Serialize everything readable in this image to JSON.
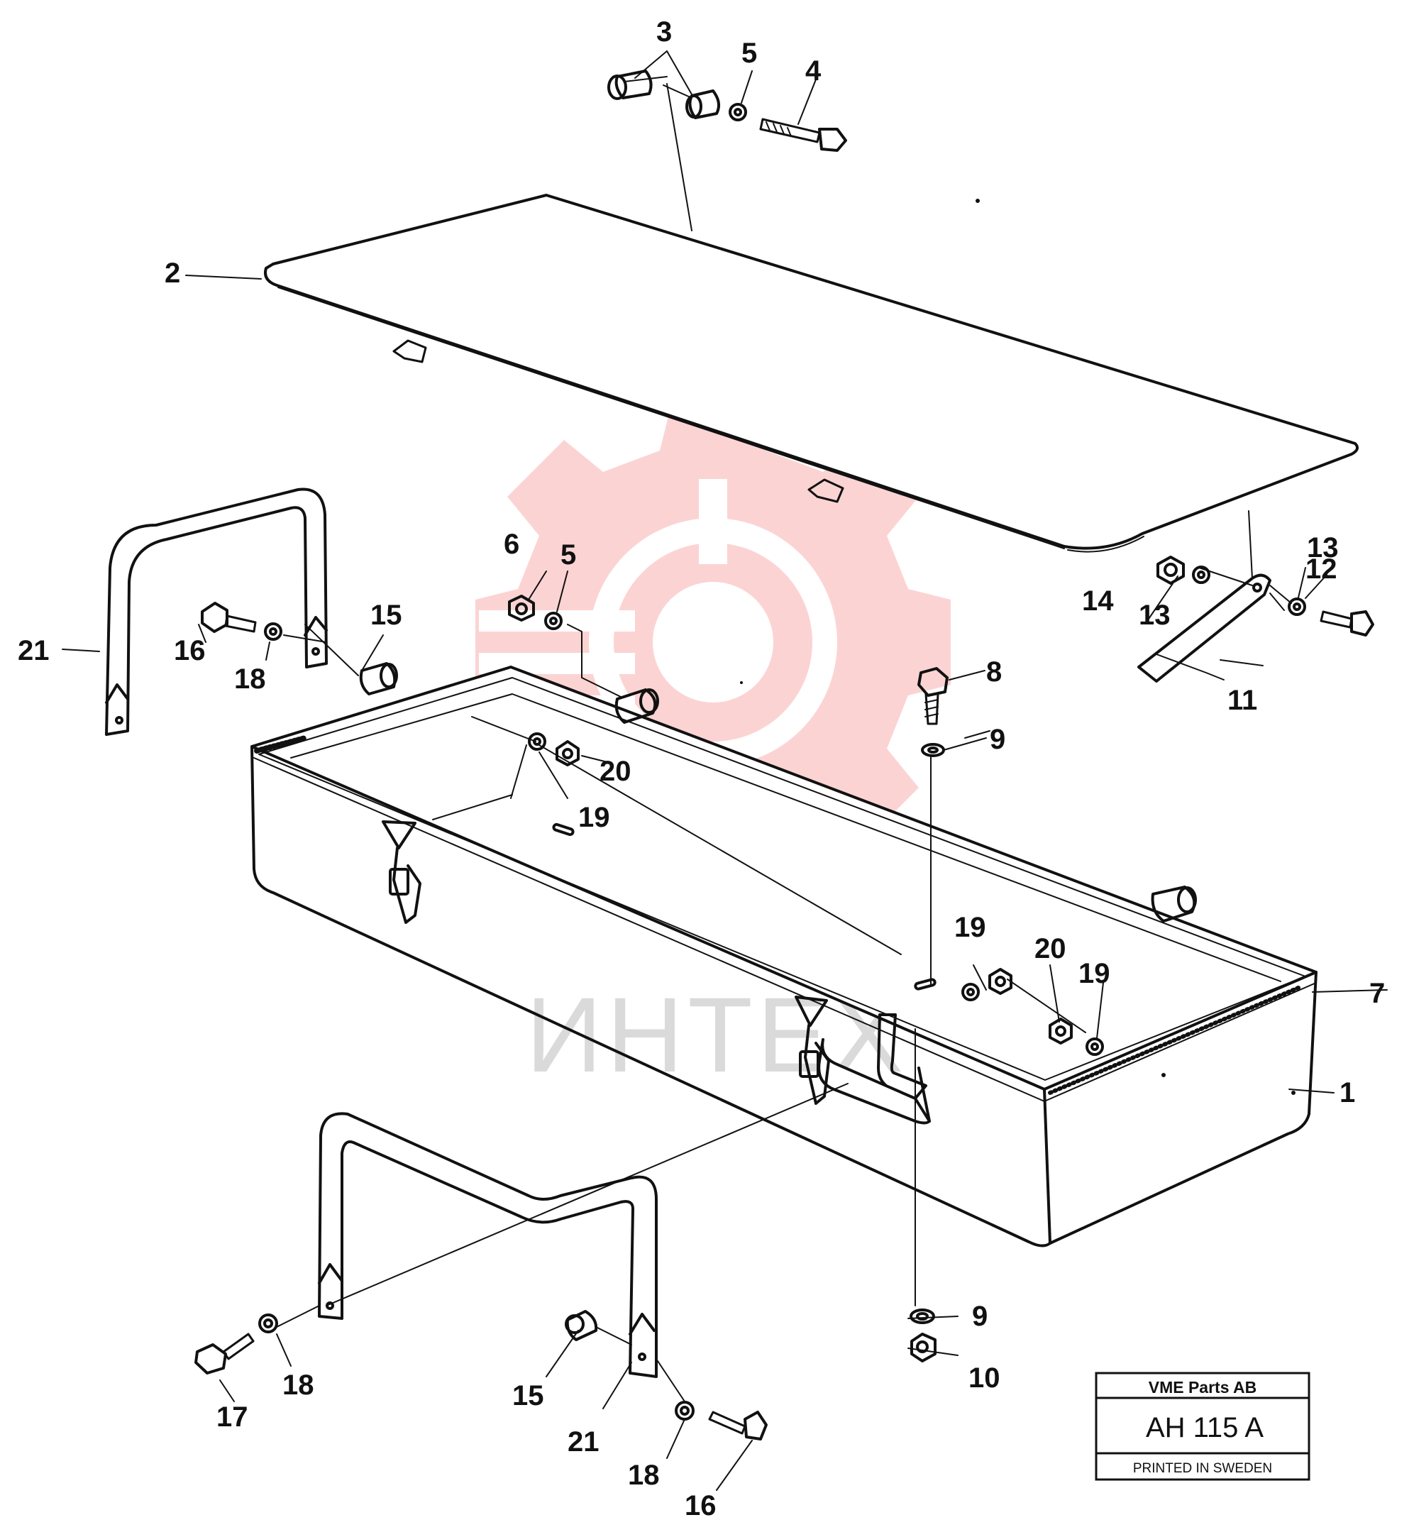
{
  "labels": {
    "p1": "1",
    "p2": "2",
    "p3": "3",
    "p4": "4",
    "p5a": "5",
    "p5b": "5",
    "p6": "6",
    "p7": "7",
    "p8": "8",
    "p9a": "9",
    "p9b": "9",
    "p10": "10",
    "p11": "11",
    "p12": "12",
    "p13a": "13",
    "p13b": "13",
    "p14": "14",
    "p15a": "15",
    "p15b": "15",
    "p16a": "16",
    "p16b": "16",
    "p17": "17",
    "p18a": "18",
    "p18b": "18",
    "p18c": "18",
    "p19a": "19",
    "p19b": "19",
    "p19c": "19",
    "p20a": "20",
    "p20b": "20",
    "p21a": "21",
    "p21b": "21"
  },
  "title_block": {
    "company": "VME Parts AB",
    "drawing_number": "AH 115 A",
    "printed": "PRINTED IN SWEDEN"
  },
  "watermark": {
    "text": "ИНТЕХ",
    "color": "#f08a8a"
  },
  "colors": {
    "ink": "#111111",
    "watermark_red": "#f26b6b"
  }
}
